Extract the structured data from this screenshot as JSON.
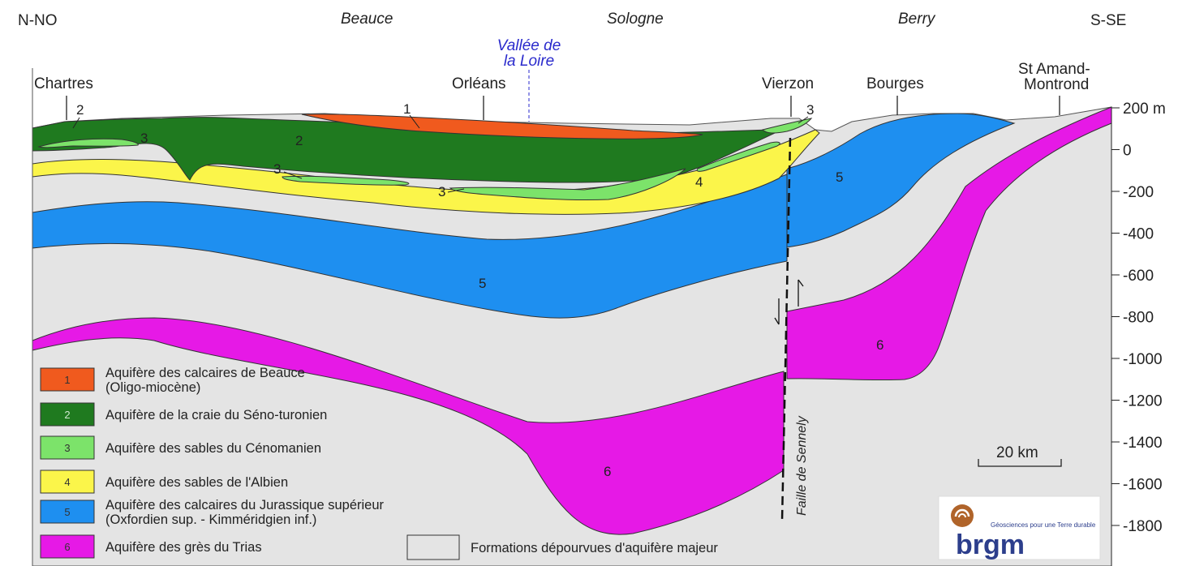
{
  "orientation": {
    "left": "N-NO",
    "right": "S-SE"
  },
  "regions": [
    "Beauce",
    "Sologne",
    "Berry"
  ],
  "valley": [
    "Vallée de",
    "la Loire"
  ],
  "towns": [
    "Chartres",
    "Orléans",
    "Vierzon",
    "Bourges",
    "St Amand-",
    "Montrond"
  ],
  "layer_numbers": [
    "1",
    "2",
    "3",
    "4",
    "5",
    "6"
  ],
  "fault_label": "Faille de Sennely",
  "scale_label": "20 km",
  "depth_axis": [
    "200 m",
    "0",
    "-200",
    "-400",
    "-600",
    "-800",
    "-1000",
    "-1200",
    "-1400",
    "-1600",
    "-1800"
  ],
  "legend": [
    {
      "num": "1",
      "line1": "Aquifère des calcaires de Beauce",
      "line2": "(Oligo-miocène)",
      "color": "#f05a1e"
    },
    {
      "num": "2",
      "line1": "Aquifère de la craie du Séno-turonien",
      "line2": "",
      "color": "#1f7a1f"
    },
    {
      "num": "3",
      "line1": "Aquifère des sables du Cénomanien",
      "line2": "",
      "color": "#7ce36a"
    },
    {
      "num": "4",
      "line1": "Aquifère des sables de l'Albien",
      "line2": "",
      "color": "#fbf54a"
    },
    {
      "num": "5",
      "line1": "Aquifère des calcaires du Jurassique supérieur",
      "line2": "(Oxfordien sup. - Kimméridgien inf.)",
      "color": "#1e8ff0"
    },
    {
      "num": "6",
      "line1": "Aquifère des grès du Trias",
      "line2": "",
      "color": "#e619e6"
    }
  ],
  "legend_grey": {
    "label": "Formations dépourvues d'aquifère majeur",
    "color": "#e4e4e4"
  },
  "logo": {
    "tagline": "Géosciences pour une Terre durable",
    "name": "brgm"
  }
}
